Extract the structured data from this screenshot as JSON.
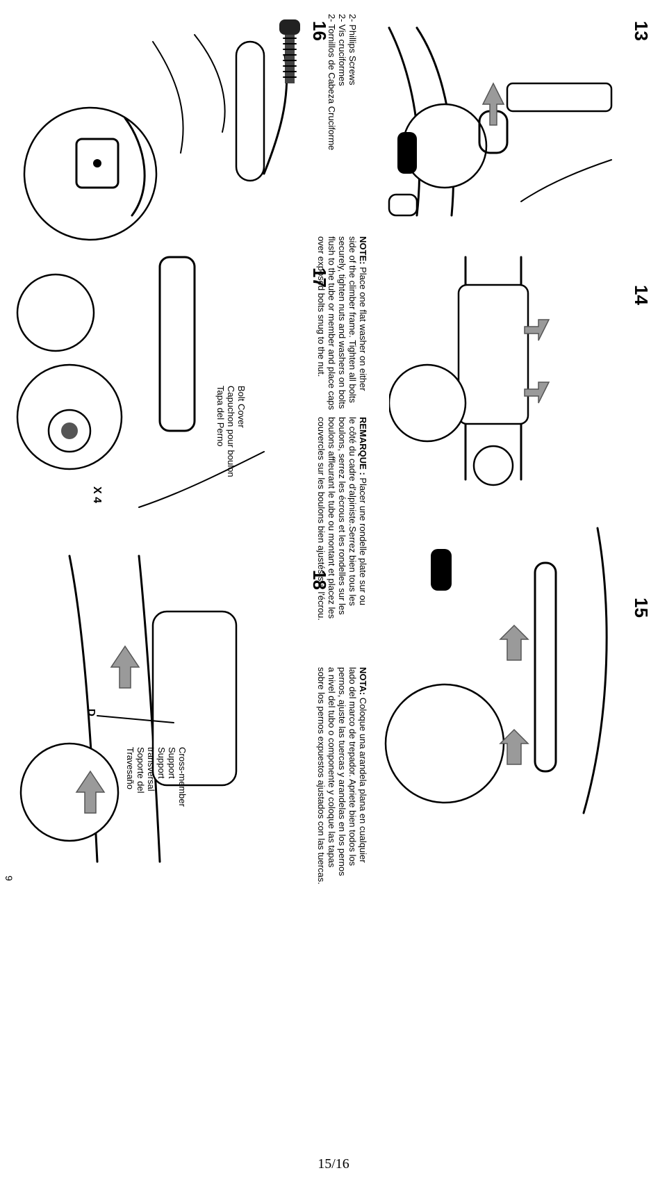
{
  "steps": [
    {
      "number": "13"
    },
    {
      "number": "14"
    },
    {
      "number": "15"
    },
    {
      "number": "16"
    },
    {
      "number": "17"
    },
    {
      "number": "18"
    }
  ],
  "step16": {
    "screws_label": [
      "2- Phillips Screws",
      "2- Vis cruciformes",
      "2- Tornillos de Cabeza Cruciforme"
    ]
  },
  "step17": {
    "bolt_cover_label": [
      "Bolt Cover",
      "Capuchon pour boulon",
      "Tapa del Perno"
    ],
    "quantity": "X 4"
  },
  "step18": {
    "part_letter": "D",
    "cross_member_label": [
      "Cross-member",
      "Support",
      "Support",
      "transversal",
      "Soporte del",
      "Travesaño"
    ]
  },
  "notes": {
    "en": {
      "heading": "NOTE:",
      "lines": [
        " Place one flat washer on either",
        "side of the climber frame. Tighten all bolts",
        "securely, tighten nuts and washers on bolts",
        "flush to the tube or member and place caps",
        "over exposed bolts snug to the nut."
      ]
    },
    "fr": {
      "heading": "REMARQUE :",
      "lines": [
        " Placer une rondelle plate sur ou",
        "le côté du cadre d'alpiniste.Serrez bien tous les",
        "boulons, serrez les écrous et les rondelles sur les",
        "boulons affleurant le tube ou montant et placez les",
        "couvercles sur les boulons bien ajustés sur l'écrou."
      ]
    },
    "es": {
      "heading": "NOTA:",
      "lines": [
        " Coloque una arandela plana en cualquier",
        "lado del marco de trepador. Apriete bien todos los",
        "pernos, ajuste las tuercas y arandelas en los pernos",
        "a nivel del tubo o componente y coloque las tapas",
        "sobre los pernos expuestos ajustados con las tuercas."
      ]
    }
  },
  "side_page_number": "9",
  "footer": {
    "page": "15/16"
  }
}
